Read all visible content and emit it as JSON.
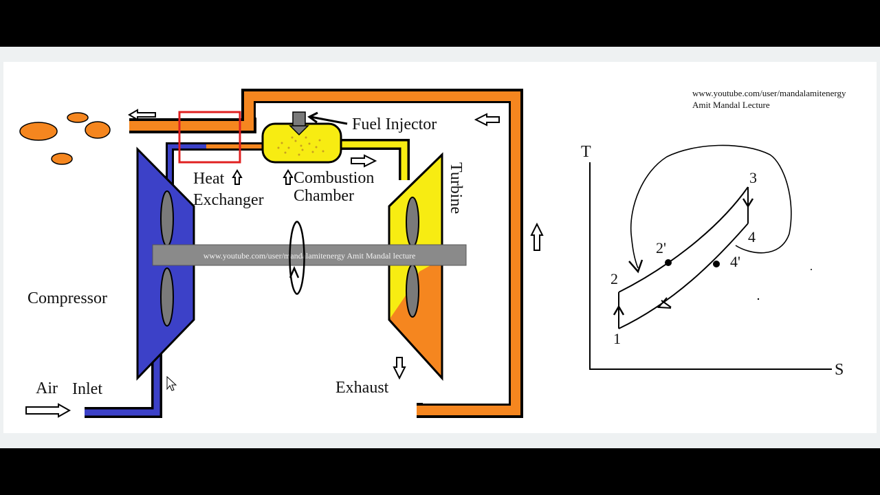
{
  "watermark": {
    "channel_url": "www.youtube.com/user/mandalamitenergy",
    "channel_name": "Amit Mandal Lecture",
    "shaft_text": "www.youtube.com/user/mandalamitenergy Amit Mandal lecture"
  },
  "schematic": {
    "labels": {
      "fuel_injector": "Fuel Injector",
      "heat": "Heat",
      "exchanger": "Exchanger",
      "combustion": "Combustion",
      "chamber": "Chamber",
      "turbine": "Turbine",
      "compressor": "Compressor",
      "air": "Air",
      "inlet": "Inlet",
      "exhaust": "Exhaust"
    },
    "colors": {
      "compressor": "#3c41c8",
      "turbine_hot": "#f5861f",
      "turbine_cool": "#f7ec12",
      "hot_gas": "#f5861f",
      "combustion_chamber": "#f7ec12",
      "heat_exchanger_box": "#e02020",
      "shaft": "#8a8a8a",
      "blades": "#7a7a7a"
    }
  },
  "ts_diagram": {
    "axis_t": "T",
    "axis_s": "S",
    "points": {
      "p1": "1",
      "p2": "2",
      "p2p": "2'",
      "p3": "3",
      "p4": "4",
      "p4p": "4'"
    }
  }
}
